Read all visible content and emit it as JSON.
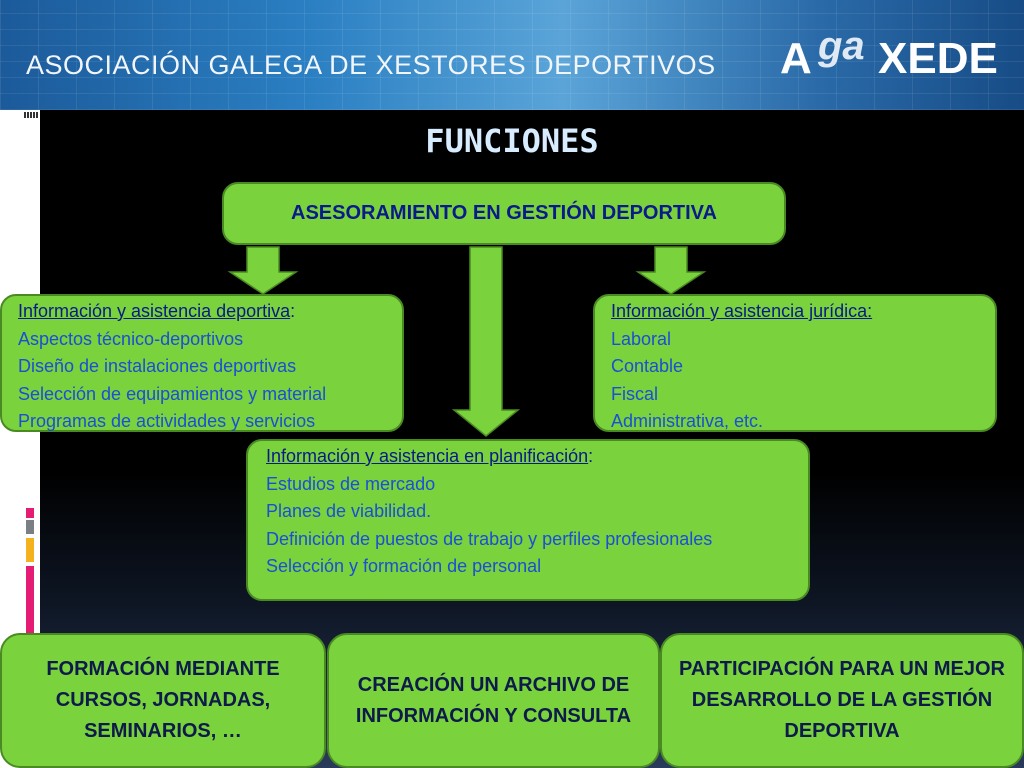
{
  "header": {
    "organization": "ASOCIACIÓN  GALEGA DE  XESTORES  DEPORTIVOS",
    "logo": {
      "a": "A",
      "ga": "ga",
      "xede": "XEDE"
    }
  },
  "slide": {
    "title": "FUNCIONES"
  },
  "diagram": {
    "root": "ASESORAMIENTO EN GESTIÓN DEPORTIVA",
    "left": {
      "heading": "Información y asistencia deportiva",
      "heading_suffix": ":",
      "items": [
        "Aspectos técnico-deportivos",
        "Diseño de instalaciones deportivas",
        "Selección de equipamientos y material",
        "Programas de actividades y servicios"
      ]
    },
    "right": {
      "heading": "Información y asistencia jurídica:",
      "heading_suffix": "",
      "items": [
        "Laboral",
        "Contable",
        "Fiscal",
        "Administrativa, etc."
      ]
    },
    "middle": {
      "heading": "Información y asistencia en planificación",
      "heading_suffix": ":",
      "items": [
        "Estudios de mercado",
        "Planes de viabilidad.",
        "Definición de puestos de trabajo y perfiles profesionales",
        "Selección y formación de personal"
      ]
    },
    "bottom": [
      "FORMACIÓN MEDIANTE CURSOS, JORNADAS, SEMINARIOS, …",
      "CREACIÓN UN ARCHIVO DE INFORMACIÓN Y CONSULTA",
      "PARTICIPACIÓN PARA UN MEJOR DESARROLLO DE LA GESTIÓN DEPORTIVA"
    ]
  },
  "colors": {
    "box_fill": "#7ad23c",
    "box_border": "#4a8a22",
    "heading_text": "#0a1a8a",
    "item_text": "#1a4fd6",
    "title_text": "#d8ecff"
  }
}
